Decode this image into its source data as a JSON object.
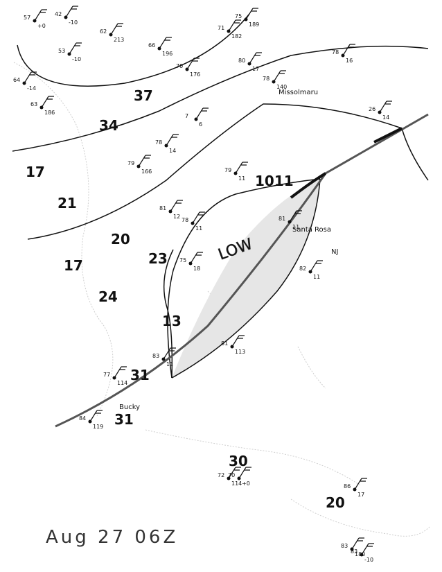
{
  "caption": "Aug 27 06Z",
  "low_label": "LOW",
  "pressure_label": "1011",
  "place_labels": [
    "Missolmaru",
    "Santa Rosa",
    "Bucky",
    "NJ"
  ],
  "big_numbers": [
    "37",
    "34",
    "21",
    "17",
    "17",
    "24",
    "20",
    "23",
    "31",
    "31",
    "30",
    "20",
    "13"
  ],
  "stations": [
    {
      "t": "57",
      "d": "+0"
    },
    {
      "t": "42",
      "d": "-10"
    },
    {
      "t": "53",
      "d": "-10"
    },
    {
      "t": "62",
      "d": "213"
    },
    {
      "t": "64",
      "d": "-14"
    },
    {
      "t": "63",
      "d": "186"
    },
    {
      "t": "66",
      "d": "196"
    },
    {
      "t": "70",
      "d": "176"
    },
    {
      "t": "75",
      "d": "189"
    },
    {
      "t": "71",
      "d": "182"
    },
    {
      "t": "80",
      "d": "17"
    },
    {
      "t": "78",
      "d": "140"
    },
    {
      "t": "78",
      "d": "16"
    },
    {
      "t": "26",
      "d": "14"
    },
    {
      "t": "7",
      "d": "6"
    },
    {
      "t": "78",
      "d": "14"
    },
    {
      "t": "79",
      "d": "166"
    },
    {
      "t": "79",
      "d": "11"
    },
    {
      "t": "81",
      "d": "12"
    },
    {
      "t": "75",
      "d": "18"
    },
    {
      "t": "78",
      "d": "11"
    },
    {
      "t": "81",
      "d": "11"
    },
    {
      "t": "82",
      "d": "11"
    },
    {
      "t": "83",
      "d": "11"
    },
    {
      "t": "81",
      "d": "113"
    },
    {
      "t": "77",
      "d": "114"
    },
    {
      "t": "72",
      "d": "114"
    },
    {
      "t": "70",
      "d": "+0"
    },
    {
      "t": "86",
      "d": "17"
    },
    {
      "t": "83",
      "d": "180"
    },
    {
      "t": "83",
      "d": "-10"
    },
    {
      "t": "84",
      "d": "119"
    }
  ],
  "colors": {
    "shading": "#e6e6e6",
    "front": "#555555",
    "ink": "#111111"
  }
}
